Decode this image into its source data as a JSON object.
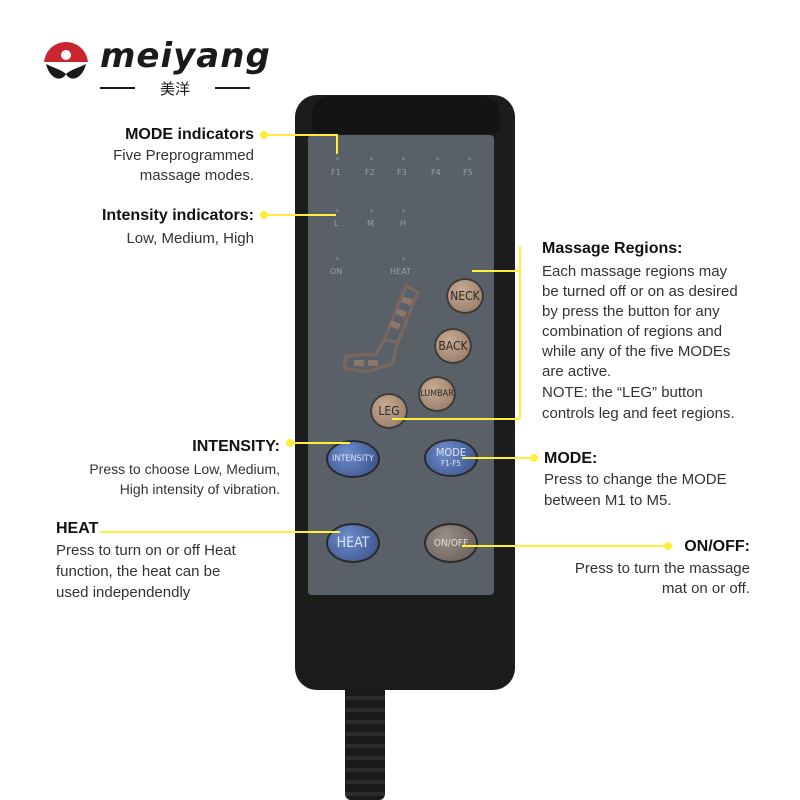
{
  "brand": {
    "name": "meiyang",
    "chinese": "美洋"
  },
  "remote": {
    "mode_leds": [
      "F1",
      "F2",
      "F3",
      "F4",
      "F5"
    ],
    "intensity_leds": [
      "L",
      "M",
      "H"
    ],
    "status_leds": [
      "ON",
      "HEAT"
    ],
    "buttons": {
      "neck": "NECK",
      "back": "BACK",
      "lumbar": "LUMBAR",
      "leg": "LEG",
      "intensity": "INTENSITY",
      "mode_line1": "MODE",
      "mode_line2": "F1-F5",
      "heat": "HEAT",
      "onoff": "ON/OFF"
    }
  },
  "annotations": {
    "mode_indicators": {
      "title": "MODE indicators",
      "line1": "Five Preprogrammed",
      "line2": "massage modes."
    },
    "intensity_indicators": {
      "title": "Intensity indicators:",
      "line1": "Low, Medium, High"
    },
    "massage_regions": {
      "title": "Massage Regions:",
      "lines": [
        "Each massage regions may",
        "be turned off or on as desired",
        "by press the button for any",
        "combination of regions and",
        "while any of the five MODEs",
        "are active.",
        "NOTE: the “LEG” button",
        "controls leg and feet regions."
      ]
    },
    "intensity": {
      "title": "INTENSITY:",
      "line1": "Press to choose Low, Medium,",
      "line2": "High intensity of vibration."
    },
    "mode": {
      "title": "MODE:",
      "line1": "Press to change the MODE",
      "line2": "between M1 to M5."
    },
    "heat": {
      "title": "HEAT",
      "line1": "Press to turn on or off Heat",
      "line2": "function, the heat can be",
      "line3": "used independendly"
    },
    "onoff": {
      "title": "ON/OFF:",
      "line1": "Press to turn the massage",
      "line2": "mat on or off."
    }
  },
  "colors": {
    "accent_line": "#ffee3a",
    "remote_body": "#1c1c1d",
    "panel": "#5a6068",
    "button_tan": "#b0927c",
    "button_blue": "#4d68a8",
    "logo_red": "#c8252c"
  }
}
